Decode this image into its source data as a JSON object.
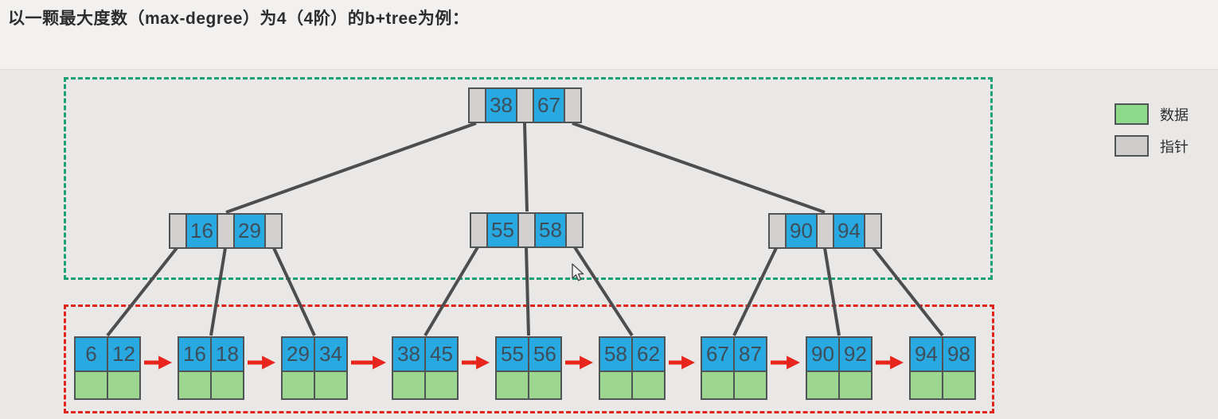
{
  "title": "以一颗最大度数（max-degree）为4（4阶）的b+tree为例：",
  "legend": {
    "data_label": "数据",
    "pointer_label": "指针"
  },
  "colors": {
    "key_cell": "#29a9e1",
    "pointer_cell": "#d2d1cf",
    "data_cell": "#9dd78f",
    "edge_line": "#4d4d4f",
    "leaf_link_arrow": "#e8251d",
    "internal_box_border": "#18a273",
    "leaf_box_border": "#e0241b"
  },
  "tree": {
    "root": {
      "keys": [
        "38",
        "67"
      ]
    },
    "internal": [
      {
        "keys": [
          "16",
          "29"
        ]
      },
      {
        "keys": [
          "55",
          "58"
        ]
      },
      {
        "keys": [
          "90",
          "94"
        ]
      }
    ],
    "leaves": [
      {
        "keys": [
          "6",
          "12"
        ]
      },
      {
        "keys": [
          "16",
          "18"
        ]
      },
      {
        "keys": [
          "29",
          "34"
        ]
      },
      {
        "keys": [
          "38",
          "45"
        ]
      },
      {
        "keys": [
          "55",
          "56"
        ]
      },
      {
        "keys": [
          "58",
          "62"
        ]
      },
      {
        "keys": [
          "67",
          "87"
        ]
      },
      {
        "keys": [
          "90",
          "92"
        ]
      },
      {
        "keys": [
          "94",
          "98"
        ]
      }
    ]
  }
}
